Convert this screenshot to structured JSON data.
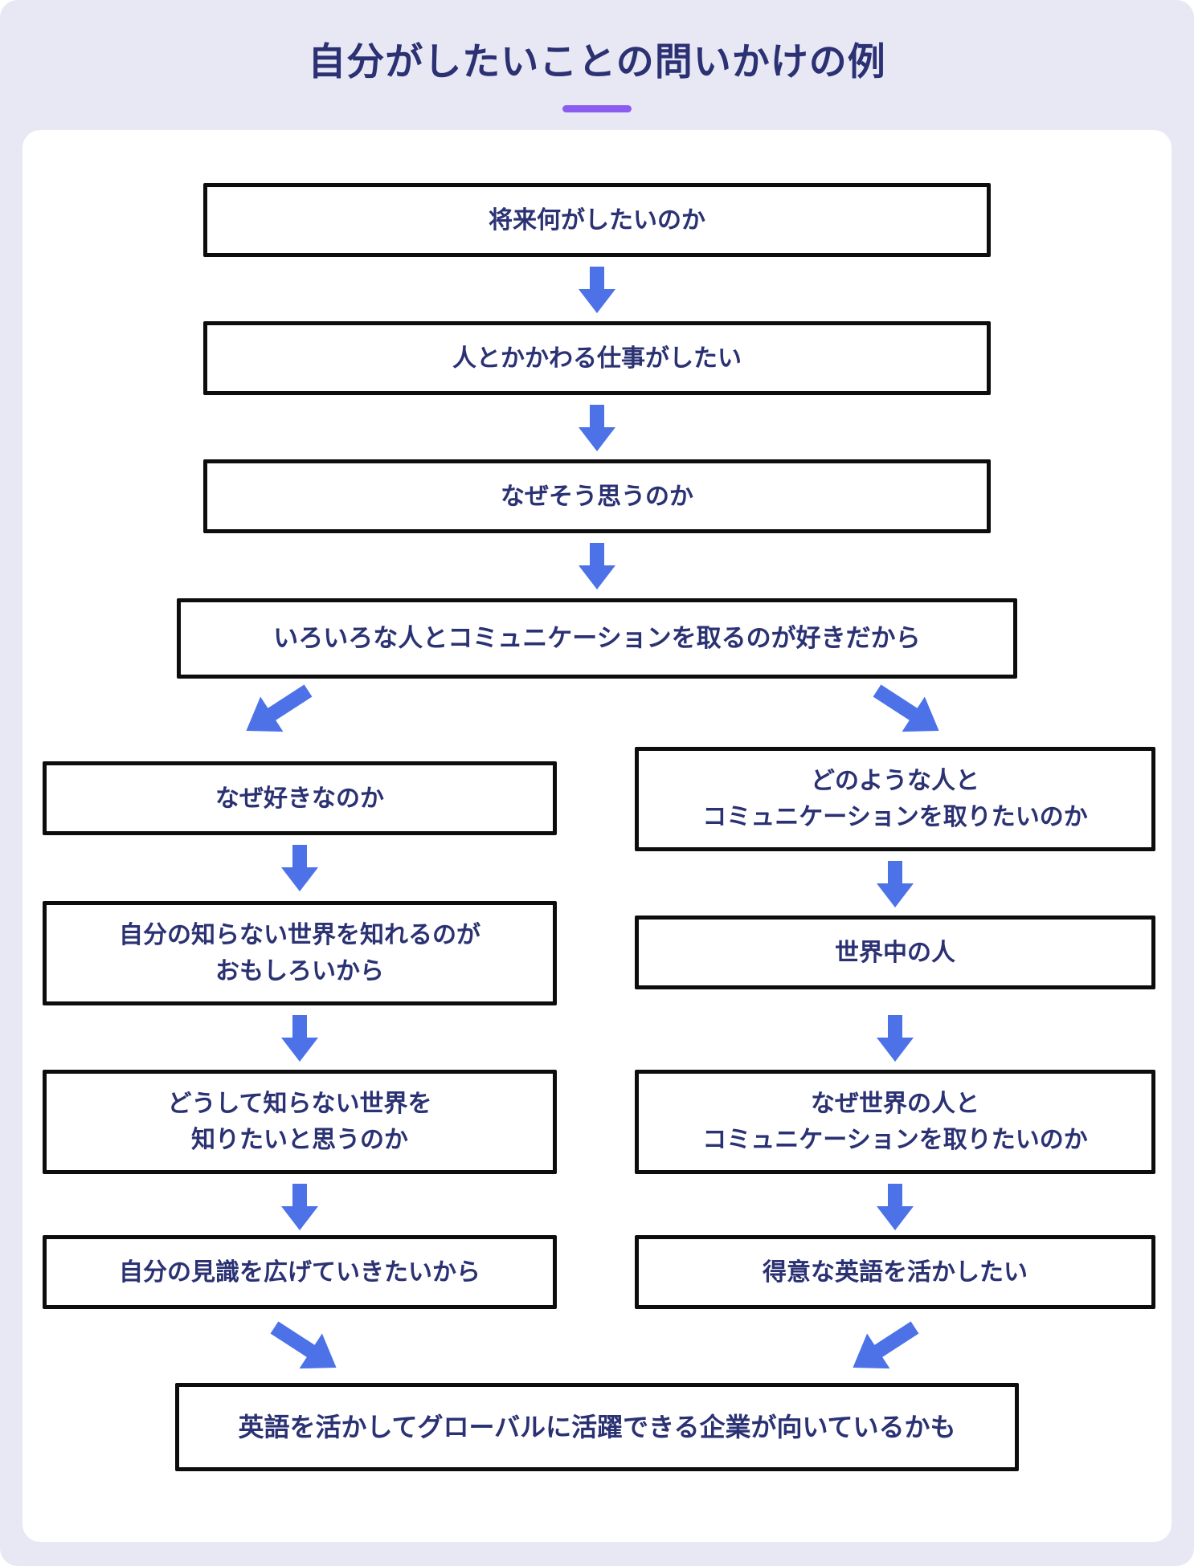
{
  "title": "自分がしたいことの問いかけの例",
  "colors": {
    "background": "#e8e8f5",
    "card": "#ffffff",
    "title_text": "#2b3172",
    "box_text": "#2b3273",
    "box_border": "#0d0d0d",
    "arrow": "#4d72e8",
    "title_underline": "#8a5cf0"
  },
  "flow": {
    "top_chain": [
      {
        "text": "将来何がしたいのか"
      },
      {
        "text": "人とかかわる仕事がしたい"
      },
      {
        "text": "なぜそう思うのか"
      },
      {
        "text": "いろいろな人とコミュニケーションを取るのが好きだから"
      }
    ],
    "left_branch": [
      {
        "lines": [
          "なぜ好きなのか"
        ]
      },
      {
        "lines": [
          "自分の知らない世界を知れるのが",
          "おもしろいから"
        ]
      },
      {
        "lines": [
          "どうして知らない世界を",
          "知りたいと思うのか"
        ]
      },
      {
        "lines": [
          "自分の見識を広げていきたいから"
        ]
      }
    ],
    "right_branch": [
      {
        "lines": [
          "どのような人と",
          "コミュニケーションを取りたいのか"
        ]
      },
      {
        "lines": [
          "世界中の人"
        ]
      },
      {
        "lines": [
          "なぜ世界の人と",
          "コミュニケーションを取りたいのか"
        ]
      },
      {
        "lines": [
          "得意な英語を活かしたい"
        ]
      }
    ],
    "conclusion": {
      "text": "英語を活かしてグローバルに活躍できる企業が向いているかも"
    }
  }
}
